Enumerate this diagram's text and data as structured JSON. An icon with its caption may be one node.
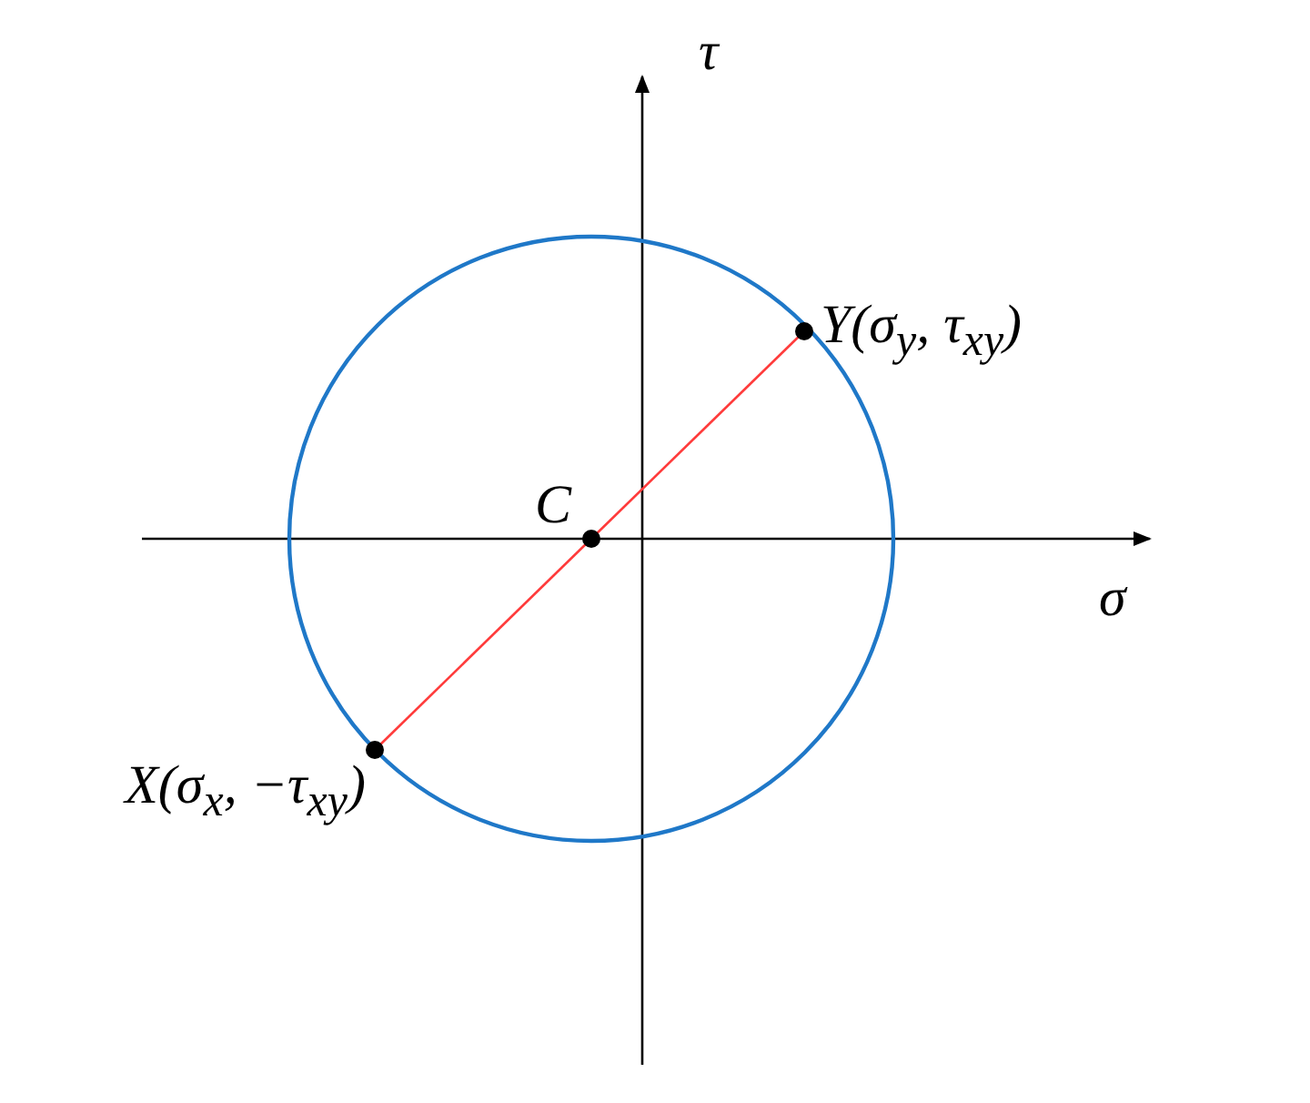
{
  "diagram": {
    "nodes": [
      {
        "text": [
          "X(σ$_{x}$, −τ$_{xy}$)"
        ]
      },
      {
        "text": [
          "C"
        ]
      },
      {
        "text": [
          "Y(σ$_{y}$, τ$_{xy}$)"
        ]
      }
    ],
    "edges": [
      {
        "from": 0,
        "to": 1,
        "arrow": "none",
        "color": "#ff3b3b"
      },
      {
        "from": 1,
        "to": 2,
        "arrow": "none",
        "color": "#ff3b3b"
      }
    ],
    "labels": [
      "τ",
      "σ"
    ]
  }
}
